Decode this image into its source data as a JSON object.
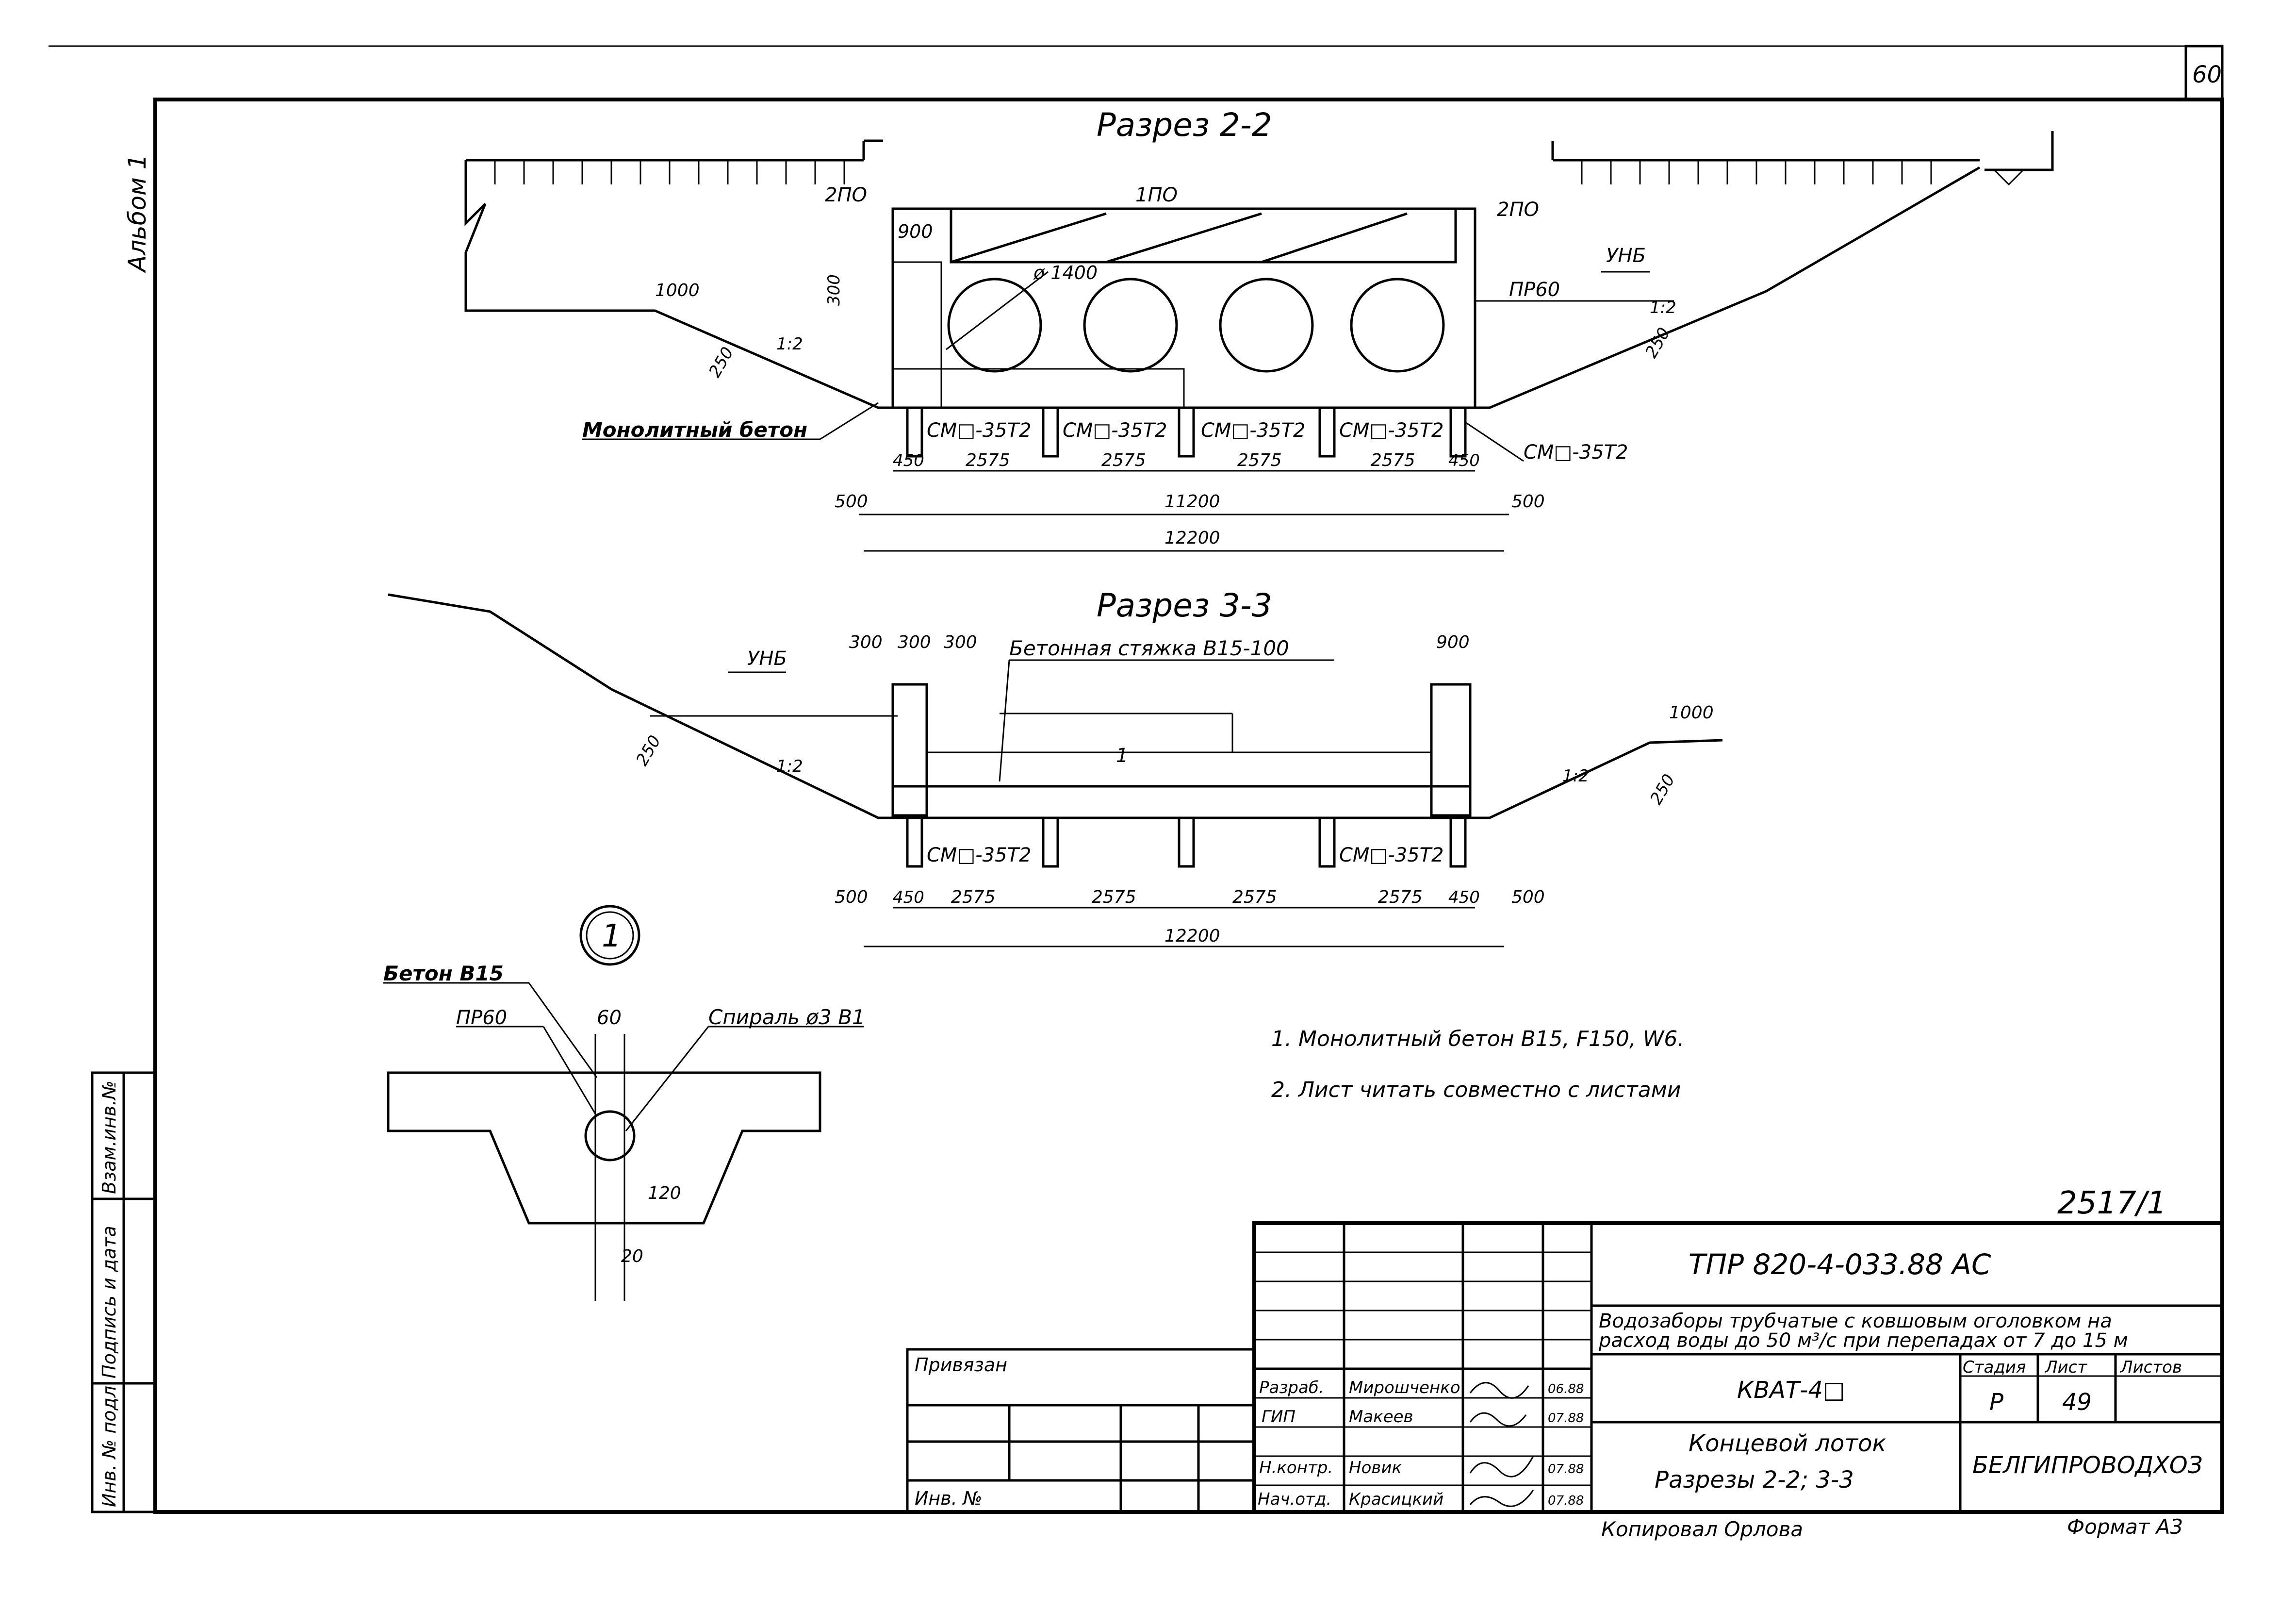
{
  "sheet": {
    "page_number": "60",
    "album": "Альбом 1",
    "archive_number": "2517/1",
    "copied_by": "Копировал Орлова",
    "format": "Формат А3"
  },
  "section_2_2": {
    "title": "Разрез 2-2",
    "label_2po_left": "2ПО",
    "label_1po": "1ПО",
    "label_2po_right": "2ПО",
    "dim_900": "900",
    "dim_300": "300",
    "dim_pipe": "ø 1400",
    "label_pr60": "ПР60",
    "label_unb": "УНБ",
    "dim_1000": "1000",
    "dim_250_left": "250",
    "dim_250_right": "250",
    "slope_left": "1:2",
    "slope_right": "1:2",
    "monolith_label": "Монолитный бетон",
    "piles": [
      "СМ□-35Т2",
      "СМ□-35Т2",
      "СМ□-35Т2",
      "СМ□-35Т2"
    ],
    "pile_right": "СМ□-35Т2",
    "dims_row1": [
      "450",
      "2575",
      "2575",
      "2575",
      "2575",
      "450"
    ],
    "dim_500_left": "500",
    "dim_11200": "11200",
    "dim_500_right": "500",
    "dim_12200": "12200"
  },
  "section_3_3": {
    "title": "Разрез 3-3",
    "dims_top": [
      "300",
      "300",
      "300"
    ],
    "screed_label": "Бетонная стяжка В15-100",
    "dim_900": "900",
    "label_unb": "УНБ",
    "dim_250_left": "250",
    "slope_left": "1:2",
    "callout_1": "1",
    "dim_1000": "1000",
    "slope_right": "1:2",
    "dim_250_right": "250",
    "piles": [
      "СМ□-35Т2",
      "СМ□-35Т2"
    ],
    "dims_row1": [
      "450",
      "2575",
      "2575",
      "2575",
      "2575",
      "450"
    ],
    "dim_500_left": "500",
    "dim_500_right": "500",
    "dim_12200": "12200"
  },
  "detail_1": {
    "number": "1",
    "concrete_label": "Бетон В15",
    "pr_label": "ПР60",
    "dim_60": "60",
    "spiral_label": "Спираль ø3 В1",
    "dim_120": "120",
    "dim_20": "20"
  },
  "notes": [
    "1. Монолитный бетон  В15, F150, W6.",
    "2. Лист читать совместно с листами"
  ],
  "side_stamp": [
    "Инв. № подл.",
    "Подпись и дата",
    "Взам.инв.№"
  ],
  "title_block": {
    "doc_code": "ТПР 820-4-033.88    АС",
    "description_line1": "Водозаборы трубчатые с ковшовым оголовком на",
    "description_line2": "расход воды до 50 м³/с при перепадах от 7 до 15 м",
    "object_code": "КВАТ-4□",
    "sheet_title_line1": "Концевой лоток",
    "sheet_title_line2": "Разрезы 2-2; 3-3",
    "stage_header": "Стадия",
    "sheet_header": "Лист",
    "sheets_header": "Листов",
    "stage": "Р",
    "sheet": "49",
    "organization": "БЕЛГИПРОВОДХОЗ",
    "linked_label": "Привязан",
    "inv_label": "Инв. №",
    "roles": [
      {
        "role": "Разраб.",
        "name": "Мирошченко",
        "date": "06.88"
      },
      {
        "role": "ГИП",
        "name": "Макеев",
        "date": "07.88"
      },
      {
        "role": "Н.контр.",
        "name": "Новик",
        "date": "07.88"
      },
      {
        "role": "Нач.отд.",
        "name": "Красицкий",
        "date": "07.88"
      }
    ]
  }
}
